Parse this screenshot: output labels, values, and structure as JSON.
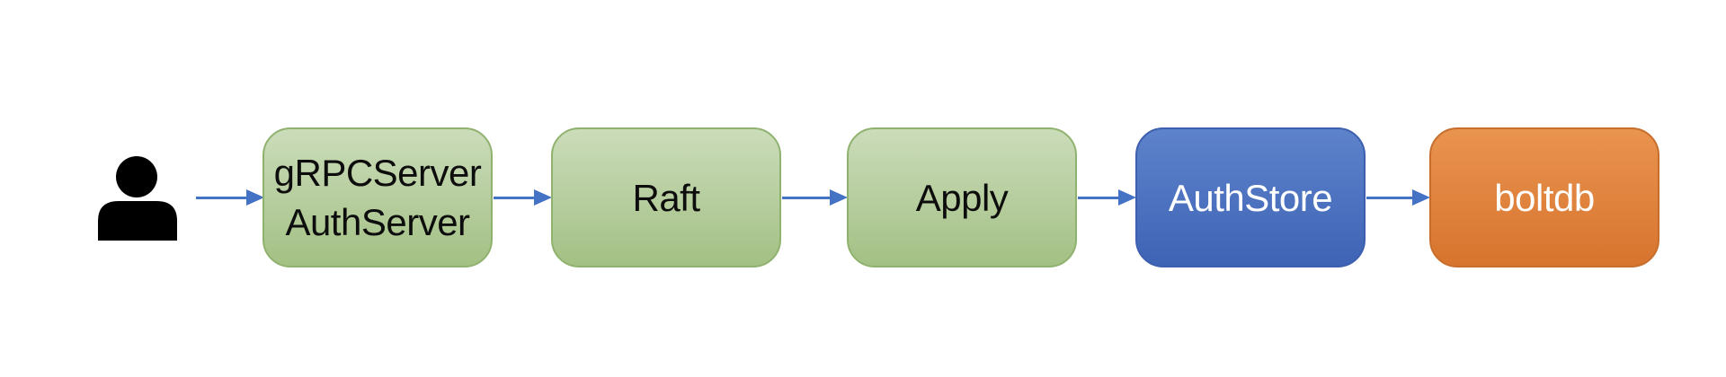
{
  "diagram": {
    "background_color": "#ffffff",
    "arrow_color": "#4472c4",
    "actor": {
      "icon": "user-icon",
      "color": "#000000"
    },
    "nodes": [
      {
        "id": "grpcserver-authserver",
        "lines": [
          "gRPCServer",
          "AuthServer"
        ],
        "fill_top": "#cbdcba",
        "fill_bottom": "#a3c084",
        "border": "#90b26f",
        "text_color": "#0d0d0d"
      },
      {
        "id": "raft",
        "lines": [
          "Raft"
        ],
        "fill_top": "#cbdcba",
        "fill_bottom": "#a3c084",
        "border": "#90b26f",
        "text_color": "#0d0d0d"
      },
      {
        "id": "apply",
        "lines": [
          "Apply"
        ],
        "fill_top": "#cbdcba",
        "fill_bottom": "#a3c084",
        "border": "#90b26f",
        "text_color": "#0d0d0d"
      },
      {
        "id": "authstore",
        "lines": [
          "AuthStore"
        ],
        "fill_top": "#5e83cb",
        "fill_bottom": "#3e63b5",
        "border": "#3c5fae",
        "text_color": "#ffffff"
      },
      {
        "id": "boltdb",
        "lines": [
          "boltdb"
        ],
        "fill_top": "#e9944f",
        "fill_bottom": "#d7742e",
        "border": "#c86e2c",
        "text_color": "#ffffff"
      }
    ],
    "edges": [
      {
        "from": "user",
        "to": "grpcserver-authserver"
      },
      {
        "from": "grpcserver-authserver",
        "to": "raft"
      },
      {
        "from": "raft",
        "to": "apply"
      },
      {
        "from": "apply",
        "to": "authstore"
      },
      {
        "from": "authstore",
        "to": "boltdb"
      }
    ]
  }
}
